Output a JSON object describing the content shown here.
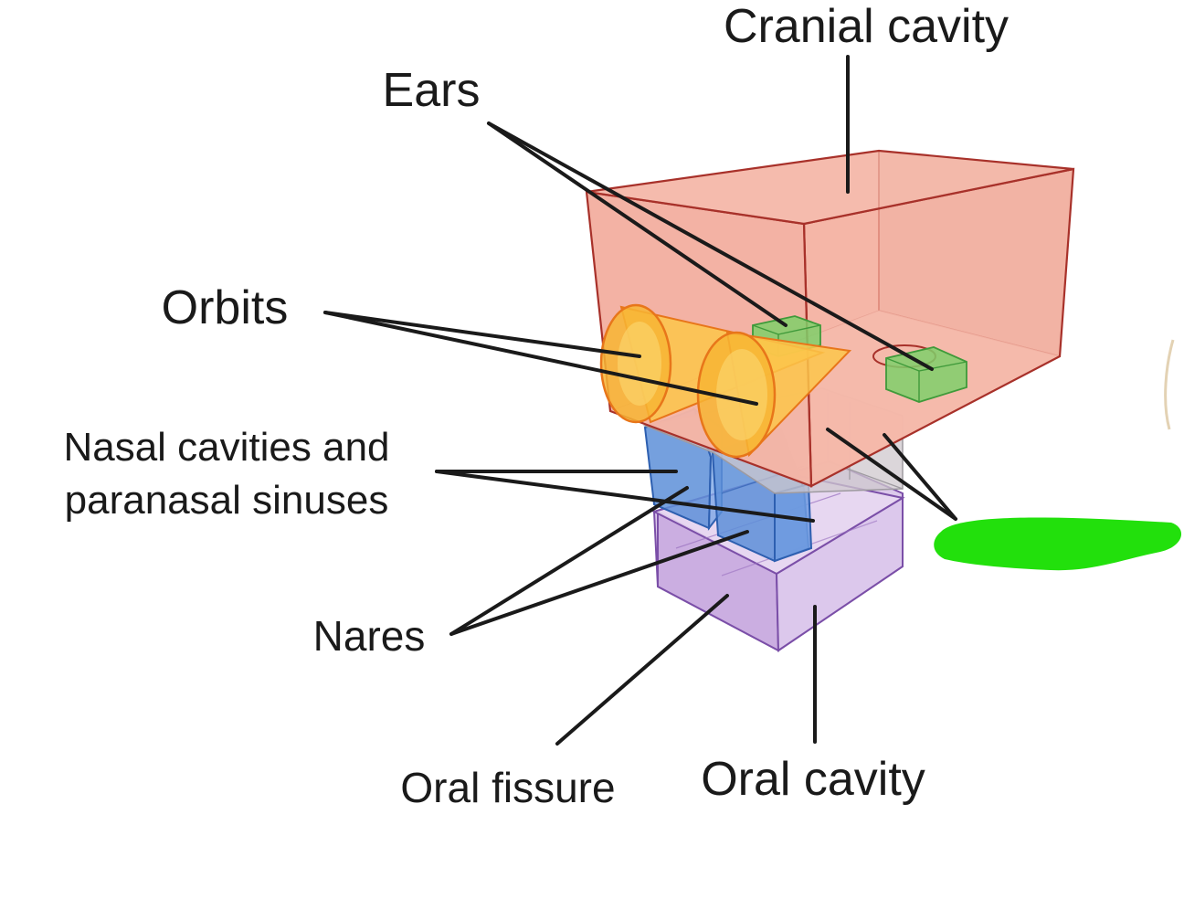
{
  "labels": {
    "cranial": "Cranial cavity",
    "ears": "Ears",
    "orbits": "Orbits",
    "nasal_line1": "Nasal cavities and",
    "nasal_line2": "paranasal sinuses",
    "nares": "Nares",
    "oral_fissure": "Oral fissure",
    "oral_cavity": "Oral cavity"
  },
  "redacted_label_note": "",
  "colors": {
    "cranial_fill": "#f2a998",
    "cranial_stroke": "#a8312a",
    "orbit_fill": "#f7b534",
    "orbit_stroke": "#e8761a",
    "ear_fill": "#7fcf6a",
    "ear_stroke": "#3f9a3a",
    "nasal_fill": "#5d8fd8",
    "nasal_stroke": "#2d5fb0",
    "oral_fill": "#c7a7df",
    "oral_stroke": "#7b4fa8",
    "grey_fill": "#c9c3c8",
    "redaction": "#22e00c",
    "leader": "#1a1a1a"
  }
}
